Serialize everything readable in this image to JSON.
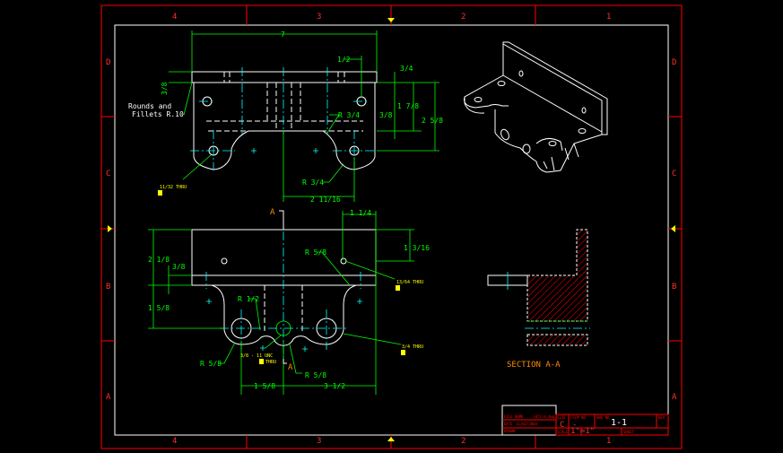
{
  "sheet": {
    "zones_h": [
      "4",
      "3",
      "2",
      "1"
    ],
    "zones_v": [
      "D",
      "C",
      "B",
      "A"
    ]
  },
  "top_view": {
    "dim_width": "7",
    "dim_half": "1/2",
    "dim_3_4": "3/4",
    "dim_3_8_left": "3/8",
    "dim_3_8_right": "3/8",
    "dim_1_7_8": "1 7/8",
    "dim_2_5_8": "2 5/8",
    "dim_r_3_4_upper": "R 3/4",
    "dim_r_3_4_lower": "R 3/4",
    "dim_2_11_16": "2 11/16",
    "note_rounds": "Rounds and",
    "note_fillets": "Fillets R.10",
    "hole_callout": "11/32 THRU"
  },
  "front_view": {
    "section_mark_top": "A",
    "section_mark_bottom": "A",
    "dim_1_1_4": "1 1/4",
    "dim_1_3_16": "1 3/16",
    "dim_2_1_8": "2 1/8",
    "dim_3_8": "3/8",
    "dim_1_5_8_left": "1 5/8",
    "dim_r_5_8_upper": "R 5/8",
    "dim_r_1_2": "R 1/2",
    "dim_r_5_8_left": "R 5/8",
    "dim_r_5_8_right": "R 5/8",
    "dim_1_5_8_bottom": "1 5/8",
    "dim_3_1_2": "3 1/2",
    "thread_callout": "3/8 - 11 UNC",
    "thread_thru": "THRU",
    "hole_callout_right": "13/64 THRU",
    "hole_callout_big": "3/4 THRU"
  },
  "section_view": {
    "label": "SECTION A-A"
  },
  "title_block": {
    "file_name_label": "FILE NAME",
    "file_name": "...\\072-H.dwg",
    "date_label": "DATE",
    "date": "11/02/2004",
    "drawn_label": "DRAWN",
    "size_label": "SIZE",
    "size": "C",
    "fscm_label": "FSCM NO",
    "fscm": "-",
    "dwg_label": "DWG NO",
    "dwg_no": "1-1",
    "rev_label": "REV",
    "scale_label": "SCALE",
    "scale": "1\"=1\"",
    "sheet_label": "SHEET"
  },
  "colors": {
    "border": "#ff0000",
    "geometry": "#ffffff",
    "dimension": "#00ff00",
    "centerline": "#00ffff",
    "callout": "#ffff00",
    "section": "#ff8c00"
  }
}
